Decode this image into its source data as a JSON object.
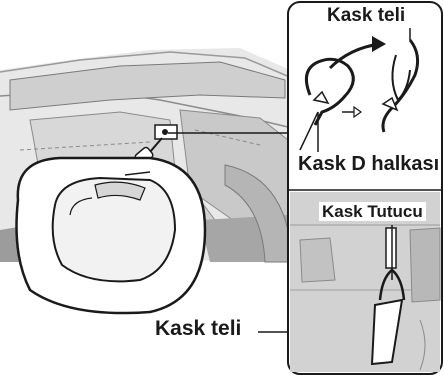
{
  "labels": {
    "inset_top_wire": "Kask teli",
    "inset_d_ring": "Kask D halkası",
    "inset_holder": "Kask Tutucu",
    "main_wire": "Kask teli"
  },
  "colors": {
    "background": "#ffffff",
    "line_art": "#1a1a1a",
    "fill_light": "#dcdcdc",
    "fill_mid": "#bdbdbd",
    "fill_dark": "#8c8c8c"
  },
  "icons": {
    "direction_arrow": "right-arrow-icon",
    "pull_arrow": "curved-arrow-icon"
  }
}
